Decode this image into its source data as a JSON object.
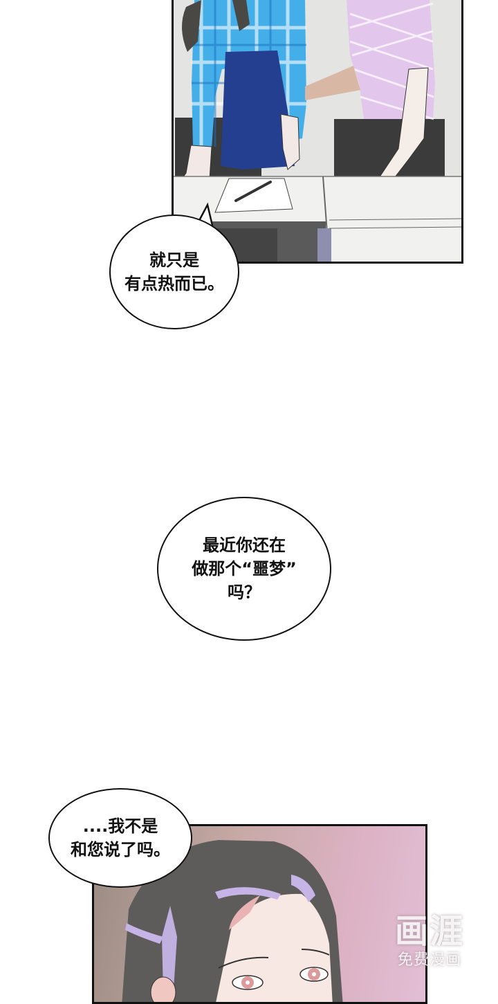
{
  "comic": {
    "panels": [
      {
        "id": "panel-1",
        "description": "Two women standing by office desks, one in blue plaid jacket, one in pink striped dress"
      },
      {
        "id": "panel-2",
        "description": "Close-up of dark-haired woman with pink eyes, troubled expression"
      }
    ],
    "bubbles": [
      {
        "lines": [
          "就只是",
          "有点热而已。"
        ]
      },
      {
        "lines": [
          "最近你还在",
          "做那个“噩梦”",
          "吗？"
        ]
      },
      {
        "lines": [
          "....我不是",
          "和您说了吗。"
        ]
      }
    ],
    "watermark": {
      "title": "画涯",
      "subtitle": "免费漫画"
    },
    "colors": {
      "panel_border": "#111111",
      "plaid_blue": "#3fa9e6",
      "skirt_navy": "#243f8f",
      "dress_pink": "#e2c4ea",
      "chair_dark": "#3a3a3a",
      "hair_dark": "#5c5a58",
      "hair_highlight": "#c6b4e6",
      "bg_pink": "#dcb2c4"
    }
  }
}
